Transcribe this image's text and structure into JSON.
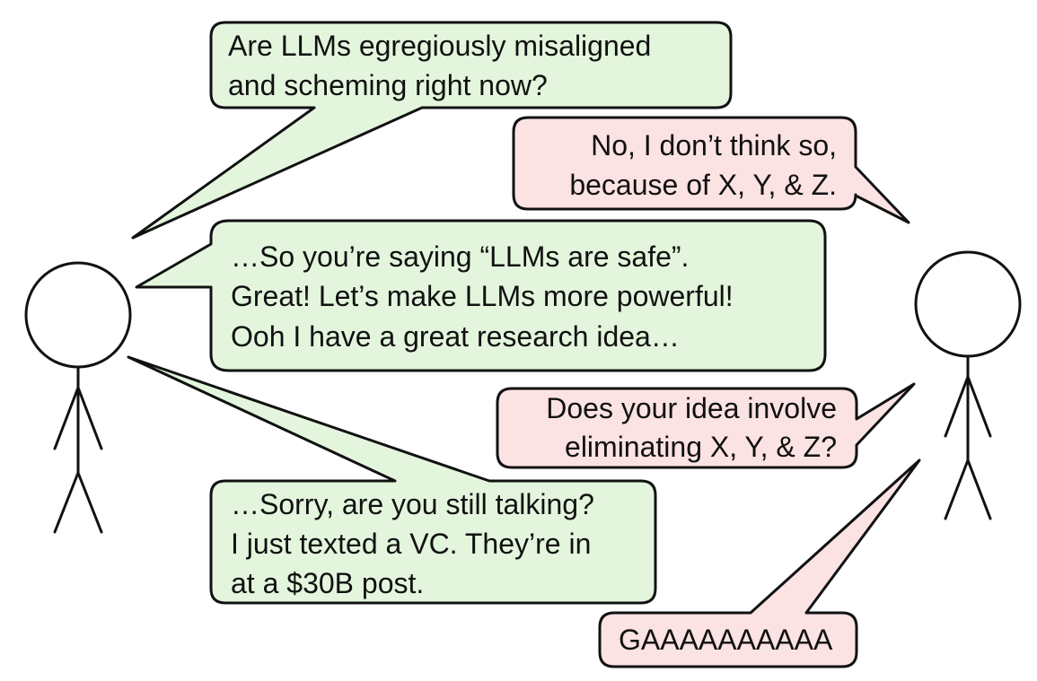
{
  "colors": {
    "left_bubble_fill": "#e3f6dd",
    "right_bubble_fill": "#fbe2e3",
    "outline": "#111111",
    "background": "#ffffff"
  },
  "speakers": {
    "left": {
      "figure": "stick-figure"
    },
    "right": {
      "figure": "stick-figure"
    }
  },
  "bubbles": [
    {
      "speaker": "left",
      "lines": [
        "Are LLMs egregiously misaligned",
        "and scheming right now?"
      ]
    },
    {
      "speaker": "right",
      "lines": [
        "No, I don’t think so,",
        "because of X, Y, &  Z."
      ]
    },
    {
      "speaker": "left",
      "lines": [
        "…So you’re saying “LLMs are safe”.",
        "Great! Let’s make LLMs more powerful!",
        "Ooh I have a great research idea…"
      ]
    },
    {
      "speaker": "right",
      "lines": [
        "Does your idea involve",
        "eliminating X, Y, & Z?"
      ]
    },
    {
      "speaker": "left",
      "lines": [
        "…Sorry, are you still talking?",
        "I just texted a VC. They’re in",
        "at a $30B post."
      ]
    },
    {
      "speaker": "right",
      "lines": [
        "GAAAAAAAAAA"
      ]
    }
  ]
}
